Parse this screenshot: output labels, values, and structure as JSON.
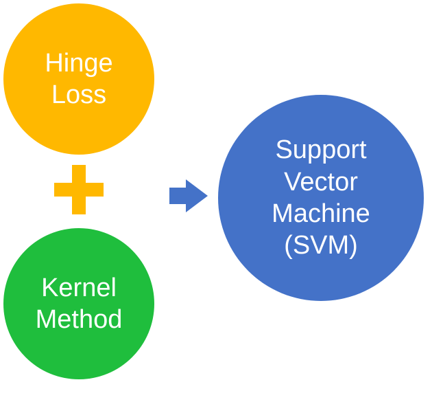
{
  "colors": {
    "hinge": "#ffb800",
    "kernel": "#1fbe3d",
    "svm": "#4472c8",
    "plus": "#ffb800",
    "arrow": "#4472c8"
  },
  "icons": {
    "operator": "plus-icon",
    "result": "arrow-right-icon"
  },
  "nodes": {
    "hinge_loss": {
      "lines": [
        "Hinge",
        "Loss"
      ]
    },
    "kernel_method": {
      "lines": [
        "Kernel",
        "Method"
      ]
    },
    "svm": {
      "lines": [
        "Support",
        "Vector",
        "Machine",
        "(SVM)"
      ]
    }
  }
}
